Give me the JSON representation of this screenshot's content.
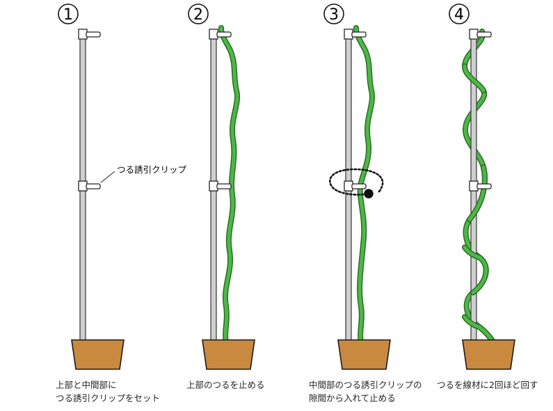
{
  "steps": [
    {
      "number": "1",
      "caption_line1": "上部と中間部に",
      "caption_line2": "つる誘引クリップをセット"
    },
    {
      "number": "2",
      "caption_line1": "上部のつるを止める",
      "caption_line2": ""
    },
    {
      "number": "3",
      "caption_line1": "中間部のつる誘引クリップの",
      "caption_line2": "隙間から入れて止める"
    },
    {
      "number": "4",
      "caption_line1": "つるを線材に2回ほど回す",
      "caption_line2": ""
    }
  ],
  "clip_label": "つる誘引クリップ",
  "colors": {
    "vine": "#4db848",
    "vine_outline": "#2b6b22",
    "pot": "#c98a3f",
    "pot_outline": "#1a1a1a",
    "pole": "#cfcfcf",
    "pole_outline": "#333333"
  },
  "icons": [
    "clip-icon",
    "rotation-arrow-icon"
  ]
}
